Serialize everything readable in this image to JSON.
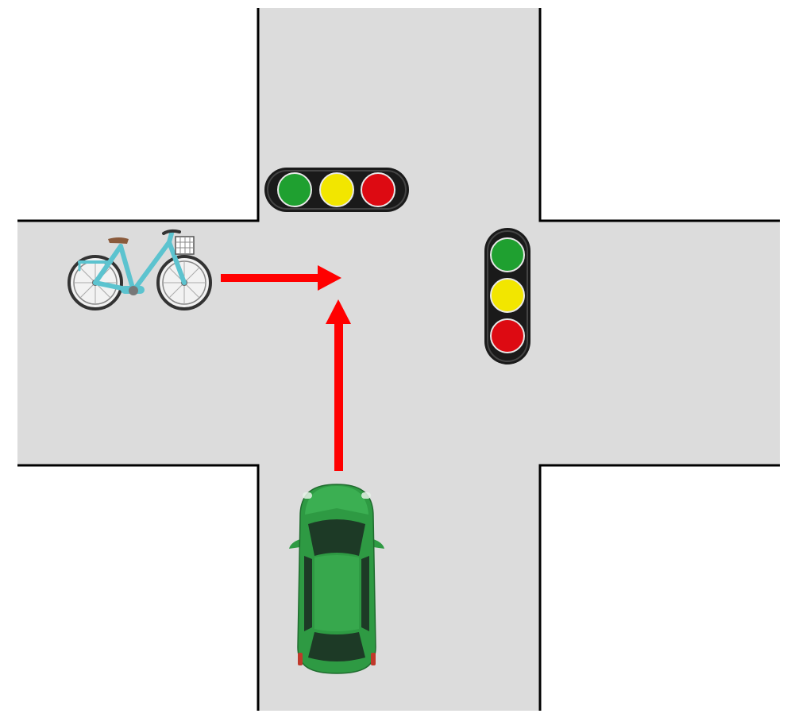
{
  "scene": {
    "type": "traffic intersection",
    "colors": {
      "road": "#dcdcdc",
      "curb": "#000000",
      "arrow": "#ff0000",
      "light_housing": "#1a1a1a",
      "green_lamp": "#1fa030",
      "yellow_lamp": "#f2e600",
      "red_lamp": "#dd0a12",
      "car_body": "#2e9a43",
      "car_glass": "#1d3a26",
      "bicycle_frame": "#5cc3cf"
    }
  },
  "traffic_lights": [
    {
      "id": "north-light",
      "orientation": "horizontal",
      "lamps": [
        "green",
        "yellow",
        "red"
      ]
    },
    {
      "id": "east-light",
      "orientation": "vertical",
      "lamps": [
        "green",
        "yellow",
        "red"
      ]
    }
  ],
  "vehicles": [
    {
      "id": "bicycle",
      "icon": "bicycle-icon",
      "direction": "east"
    },
    {
      "id": "car",
      "icon": "car-icon",
      "direction": "north"
    }
  ],
  "arrows": [
    {
      "id": "bicycle-path",
      "direction": "east"
    },
    {
      "id": "car-path",
      "direction": "north"
    }
  ]
}
